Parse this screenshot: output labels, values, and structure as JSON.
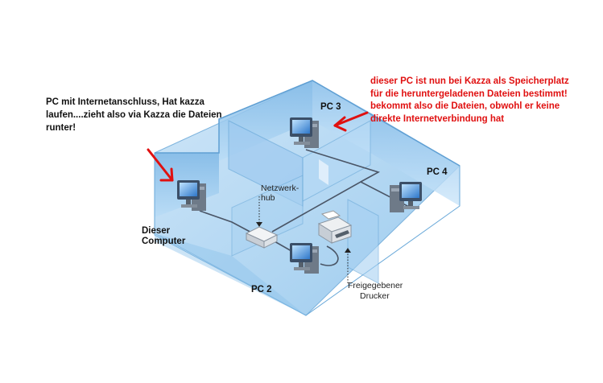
{
  "notes": {
    "internet_pc": "PC mit Internetanschluss, Hat kazza laufen....zieht also via Kazza die Dateien runter!",
    "pc3_lines": [
      "dieser PC ist nun bei Kazza als Speicherplatz",
      "für die heruntergeladenen Dateien bestimmt!",
      "bekommt also die Dateien, obwohl er keine",
      "direkte Internetverbindung hat"
    ]
  },
  "labels": {
    "dieser_computer_line1": "Dieser",
    "dieser_computer_line2": "Computer",
    "pc2": "PC 2",
    "pc3": "PC 3",
    "pc4": "PC 4",
    "hub_line1": "Netzwerk-",
    "hub_line2": "hub",
    "printer_line1": "Freigegebener",
    "printer_line2": "Drucker"
  },
  "colors": {
    "annotation_red": "#e01010",
    "room_fill": "#a9d4f2",
    "room_edge": "#6aa9d9",
    "cable": "#4a5566"
  },
  "icons": [
    "computer-icon",
    "network-hub-icon",
    "printer-icon",
    "red-arrow-icon"
  ]
}
